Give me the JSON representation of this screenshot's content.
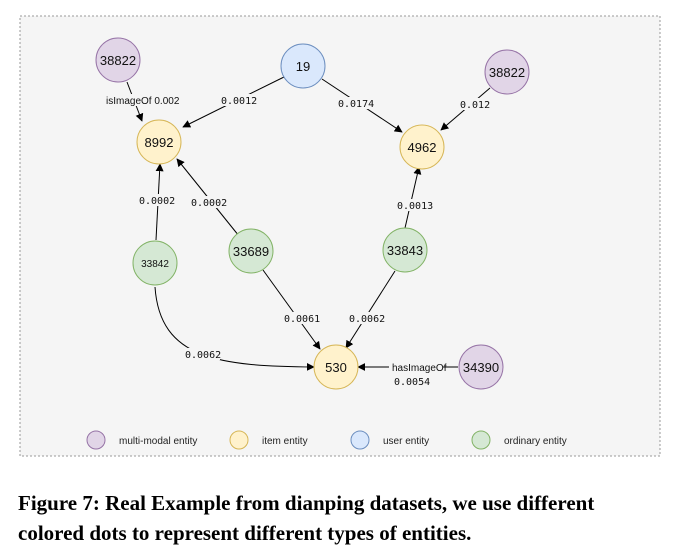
{
  "colors": {
    "multi_modal": {
      "fill": "#e1d5e7",
      "stroke": "#9673a6"
    },
    "item": {
      "fill": "#fff2cc",
      "stroke": "#d6b656"
    },
    "user": {
      "fill": "#dae8fc",
      "stroke": "#6c8ebf"
    },
    "ordinary": {
      "fill": "#d5e8d4",
      "stroke": "#82b366"
    },
    "panel_bg": "#f5f5f5",
    "panel_border": "#999999",
    "edge": "#000000"
  },
  "nodes": {
    "n38822a": {
      "label": "38822",
      "type": "multi_modal"
    },
    "n19": {
      "label": "19",
      "type": "user"
    },
    "n38822b": {
      "label": "38822",
      "type": "multi_modal"
    },
    "n8992": {
      "label": "8992",
      "type": "item"
    },
    "n4962": {
      "label": "4962",
      "type": "item"
    },
    "n33842": {
      "label": "33842",
      "type": "ordinary"
    },
    "n33689": {
      "label": "33689",
      "type": "ordinary"
    },
    "n33843": {
      "label": "33843",
      "type": "ordinary"
    },
    "n530": {
      "label": "530",
      "type": "item"
    },
    "n34390": {
      "label": "34390",
      "type": "multi_modal"
    }
  },
  "edges": {
    "e1": {
      "from": "38822",
      "to": "8992",
      "relation": "isImageOf",
      "weight": "0.002"
    },
    "e2": {
      "from": "19",
      "to": "8992",
      "weight": "0.0012"
    },
    "e3": {
      "from": "19",
      "to": "4962",
      "weight": "0.0174"
    },
    "e4": {
      "from": "38822",
      "to": "4962",
      "weight": "0.012"
    },
    "e5": {
      "from": "33842",
      "to": "8992",
      "weight": "0.0002"
    },
    "e6": {
      "from": "33689",
      "to": "8992",
      "weight": "0.0002"
    },
    "e7": {
      "from": "33843",
      "to": "4962",
      "weight": "0.0013"
    },
    "e8": {
      "from": "33689",
      "to": "530",
      "weight": "0.0061"
    },
    "e9": {
      "from": "33843",
      "to": "530",
      "weight": "0.0062"
    },
    "e10": {
      "from": "33842",
      "to": "530",
      "weight": "0.0062"
    },
    "e11": {
      "from": "34390",
      "to": "530",
      "relation": "hasImageOf",
      "weight": "0.0054"
    }
  },
  "legend": {
    "multi_modal": "multi-modal entity",
    "item": "item entity",
    "user": "user entity",
    "ordinary": "ordinary entity"
  },
  "caption": "Figure 7: Real Example from dianping datasets, we use different colored dots to represent different types of entities."
}
